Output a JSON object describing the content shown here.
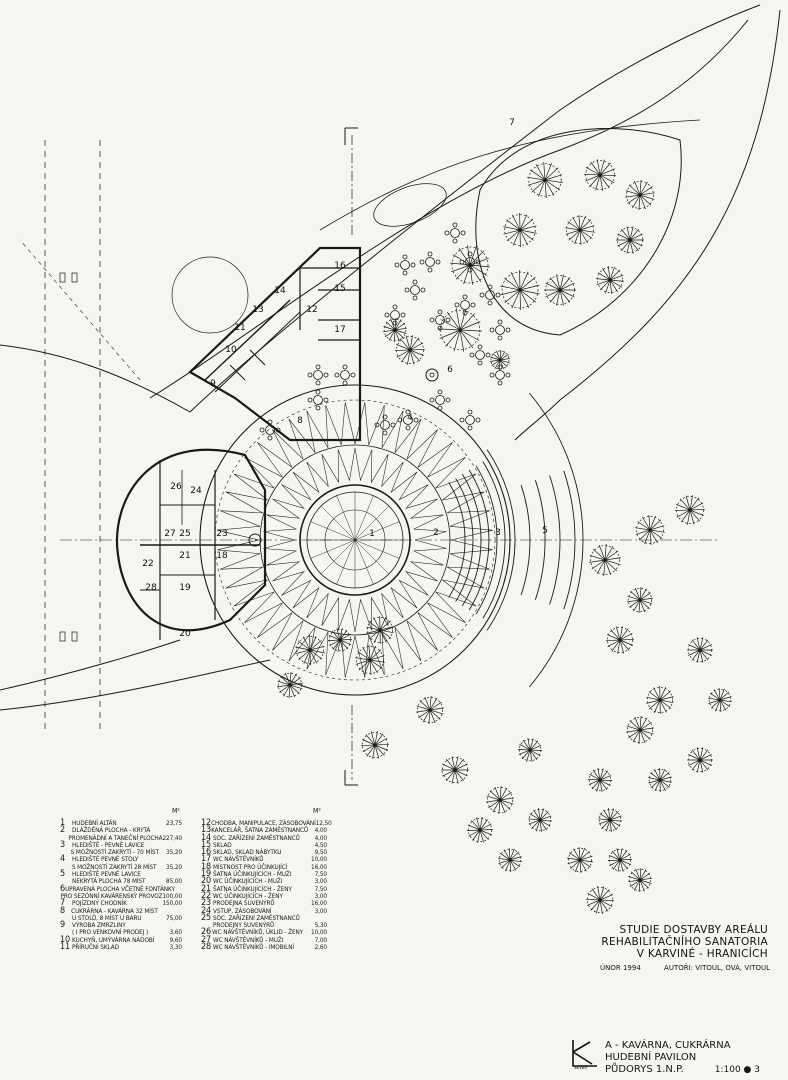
{
  "plan": {
    "room_labels": [
      "1",
      "2",
      "3",
      "4",
      "5",
      "6",
      "7",
      "8",
      "9",
      "10",
      "11",
      "12",
      "13",
      "14",
      "15",
      "16",
      "17",
      "18",
      "19",
      "20",
      "21",
      "22",
      "23",
      "24",
      "25",
      "26",
      "27",
      "28"
    ]
  },
  "legend": {
    "unit": "m²",
    "left": [
      {
        "num": "1",
        "text": "Hudební altán",
        "area": "23,75"
      },
      {
        "num": "2",
        "text": "Dlážděná plocha - krytá",
        "area": ""
      },
      {
        "num": "",
        "text": "promenádní a taneční plocha",
        "area": "227,40"
      },
      {
        "num": "3",
        "text": "Hlediště - pevné lavice",
        "area": ""
      },
      {
        "num": "",
        "text": "s možností zakrytí - 70 míst",
        "area": "35,20"
      },
      {
        "num": "4",
        "text": "Hlediště pevné stoly",
        "area": ""
      },
      {
        "num": "",
        "text": "s možností zakrytí 28 míst",
        "area": "35,20"
      },
      {
        "num": "5",
        "text": "Hlediště pevné lavice",
        "area": ""
      },
      {
        "num": "",
        "text": "nekrytá plocha 78 míst",
        "area": "85,00"
      },
      {
        "num": "6",
        "text": "Upravená plocha včetně fontánky",
        "area": ""
      },
      {
        "num": "",
        "text": "pro sezónní kavárenský provoz",
        "area": "100,00"
      },
      {
        "num": "7",
        "text": "Pojízdný chodník",
        "area": "150,00"
      },
      {
        "num": "8",
        "text": "Cukrárna - kavárna 32 míst",
        "area": ""
      },
      {
        "num": "",
        "text": "u stolů, 8 míst u baru",
        "area": "75,00"
      },
      {
        "num": "9",
        "text": "Výroba zmrzliny",
        "area": ""
      },
      {
        "num": "",
        "text": "( i pro venkovní prodej )",
        "area": "3,60"
      },
      {
        "num": "10",
        "text": "Kuchyň, umývárna nádobí",
        "area": "9,60"
      },
      {
        "num": "11",
        "text": "Příruční sklad",
        "area": "3,30"
      }
    ],
    "right": [
      {
        "num": "12",
        "text": "Chodba, manipulace, zásobování",
        "area": "12,50"
      },
      {
        "num": "13",
        "text": "Kancelář, šatna zaměstnanců",
        "area": "4,00"
      },
      {
        "num": "14",
        "text": "Soc. zařízení zaměstnanců",
        "area": "4,00"
      },
      {
        "num": "15",
        "text": "Sklad",
        "area": "4,50"
      },
      {
        "num": "16",
        "text": "Sklad, sklad nábytku",
        "area": "9,50"
      },
      {
        "num": "17",
        "text": "WC návštěvníků",
        "area": "10,00"
      },
      {
        "num": "18",
        "text": "Místnost pro účinkující",
        "area": "16,00"
      },
      {
        "num": "19",
        "text": "Šatna účinkujících - muži",
        "area": "7,50"
      },
      {
        "num": "20",
        "text": "WC účinkujících - muži",
        "area": "3,00"
      },
      {
        "num": "21",
        "text": "Šatna účinkujících - ženy",
        "area": "7,50"
      },
      {
        "num": "22",
        "text": "WC účinkujících - ženy",
        "area": "3,00"
      },
      {
        "num": "23",
        "text": "Prodejna suvenýrů",
        "area": "16,00"
      },
      {
        "num": "24",
        "text": "Vstup, zásobování",
        "area": "3,00"
      },
      {
        "num": "25",
        "text": "Soc. zařízení zaměstnanců",
        "area": ""
      },
      {
        "num": "",
        "text": "prodejny suvenýrů",
        "area": "5,30"
      },
      {
        "num": "26",
        "text": "WC návštěvníků, úklid - ženy",
        "area": "10,00"
      },
      {
        "num": "27",
        "text": "WC návštěvníků - muži",
        "area": "7,00"
      },
      {
        "num": "28",
        "text": "WC návštěvníků - imobilní",
        "area": "2,60"
      }
    ]
  },
  "title_block": {
    "lines": [
      "STUDIE DOSTAVBY AREÁLU",
      "REHABILITAČNÍHO SANATORIA",
      "V KARVINÉ - HRANICÍCH"
    ],
    "date": "ÚNOR 1994",
    "authors": "AUTOŘI: VITOUL, OVÁ, VITOUL",
    "subtitle": [
      "A - KAVÁRNA, CUKRÁRNA",
      "HUDEBNÍ PAVILON",
      "PŮDORYS 1.N.P."
    ],
    "scale": "1:100 ● 3",
    "logo_text": "SEVER"
  },
  "colors": {
    "ink": "#151515",
    "paper": "#f5f5f1"
  }
}
